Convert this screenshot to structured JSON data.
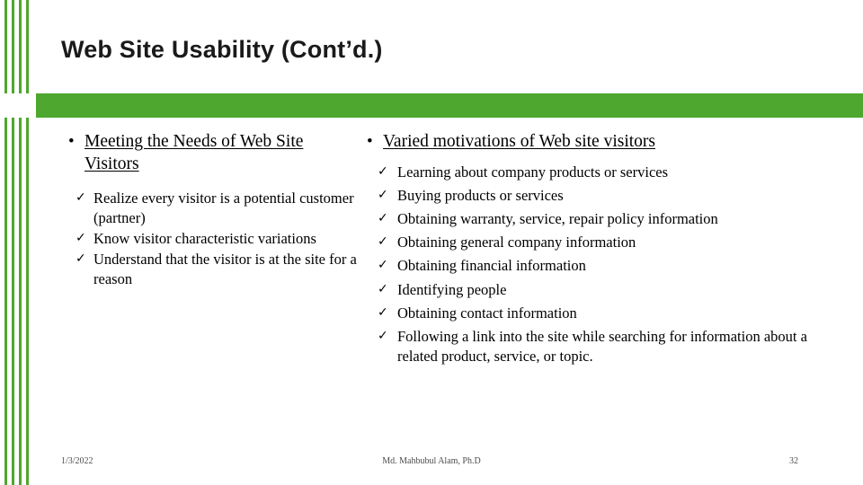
{
  "slide": {
    "title": "Web Site Usability (Cont’d.)",
    "accent_color": "#4ea72e",
    "bullet_glyph": "•",
    "check_glyph": "✓"
  },
  "left_column": {
    "heading": "Meeting the Needs of Web Site Visitors",
    "items": [
      "Realize every visitor is a potential customer (partner)",
      "Know visitor characteristic variations",
      "Understand that the visitor is at the site for a reason"
    ]
  },
  "right_column": {
    "heading": "Varied motivations of Web site visitors",
    "items": [
      "Learning about company products or services",
      "Buying products or services",
      "Obtaining warranty, service, repair policy information",
      "Obtaining general company information",
      "Obtaining financial information",
      "Identifying people",
      "Obtaining contact information",
      "Following a link into the site while searching for information about a related product, service, or topic."
    ]
  },
  "footer": {
    "date": "1/3/2022",
    "author": "Md. Mahbubul Alam, Ph.D",
    "page_number": "32"
  }
}
